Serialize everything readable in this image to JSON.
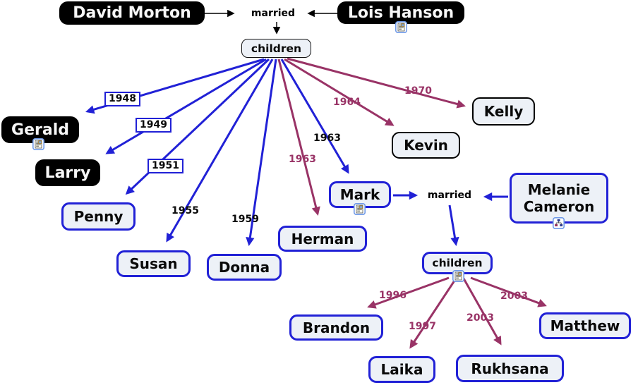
{
  "palette": {
    "blue": "#2121d6",
    "crimson": "#993366",
    "node_fill": "#edf1f7",
    "black_node": "#000000"
  },
  "nodes": {
    "david": {
      "label": "David Morton"
    },
    "lois": {
      "label": "Lois Hanson"
    },
    "married_top": {
      "label": "married"
    },
    "children_top": {
      "label": "children"
    },
    "gerald": {
      "label": "Gerald"
    },
    "larry": {
      "label": "Larry"
    },
    "penny": {
      "label": "Penny"
    },
    "susan": {
      "label": "Susan"
    },
    "donna": {
      "label": "Donna"
    },
    "herman": {
      "label": "Herman"
    },
    "mark": {
      "label": "Mark"
    },
    "kevin": {
      "label": "Kevin"
    },
    "kelly": {
      "label": "Kelly"
    },
    "melanie": {
      "label": "Melanie Cameron"
    },
    "married_mark": {
      "label": "married"
    },
    "children_mark": {
      "label": "children"
    },
    "brandon": {
      "label": "Brandon"
    },
    "laika": {
      "label": "Laika"
    },
    "rukhsana": {
      "label": "Rukhsana"
    },
    "matthew": {
      "label": "Matthew"
    }
  },
  "years": {
    "gerald": "1948",
    "larry": "1949",
    "penny": "1951",
    "susan": "1955",
    "donna": "1959",
    "mark": "1963",
    "herman": "1963",
    "kevin": "1964",
    "kelly": "1970",
    "brandon": "1996",
    "laika": "1997",
    "rukhsana": "2003",
    "matthew": "2003"
  },
  "edges": [
    {
      "from": "David Morton",
      "to": "married",
      "color": "black"
    },
    {
      "from": "Lois Hanson",
      "to": "married",
      "color": "black"
    },
    {
      "from": "married",
      "to": "children",
      "color": "black"
    },
    {
      "from": "children",
      "to": "Gerald",
      "year": "1948",
      "color": "blue",
      "year_boxed": true
    },
    {
      "from": "children",
      "to": "Larry",
      "year": "1949",
      "color": "blue",
      "year_boxed": true
    },
    {
      "from": "children",
      "to": "Penny",
      "year": "1951",
      "color": "blue",
      "year_boxed": true
    },
    {
      "from": "children",
      "to": "Susan",
      "year": "1955",
      "color": "blue",
      "year_boxed": false
    },
    {
      "from": "children",
      "to": "Donna",
      "year": "1959",
      "color": "blue",
      "year_boxed": false
    },
    {
      "from": "children",
      "to": "Mark",
      "year": "1963",
      "color": "blue",
      "year_boxed": false
    },
    {
      "from": "children",
      "to": "Herman",
      "year": "1963",
      "color": "crimson",
      "year_boxed": false
    },
    {
      "from": "children",
      "to": "Kevin",
      "year": "1964",
      "color": "crimson",
      "year_boxed": false
    },
    {
      "from": "children",
      "to": "Kelly",
      "year": "1970",
      "color": "crimson",
      "year_boxed": false
    },
    {
      "from": "Mark",
      "to": "married",
      "color": "blue"
    },
    {
      "from": "Melanie Cameron",
      "to": "married",
      "color": "blue"
    },
    {
      "from": "married",
      "to": "children",
      "color": "blue"
    },
    {
      "from": "children",
      "to": "Brandon",
      "year": "1996",
      "color": "crimson",
      "year_boxed": false
    },
    {
      "from": "children",
      "to": "Laika",
      "year": "1997",
      "color": "crimson",
      "year_boxed": false
    },
    {
      "from": "children",
      "to": "Rukhsana",
      "year": "2003",
      "color": "crimson",
      "year_boxed": false
    },
    {
      "from": "children",
      "to": "Matthew",
      "year": "2003",
      "color": "crimson",
      "year_boxed": false
    }
  ],
  "icons": {
    "note": "note-icon",
    "descendants": "descendants-tree-icon"
  }
}
